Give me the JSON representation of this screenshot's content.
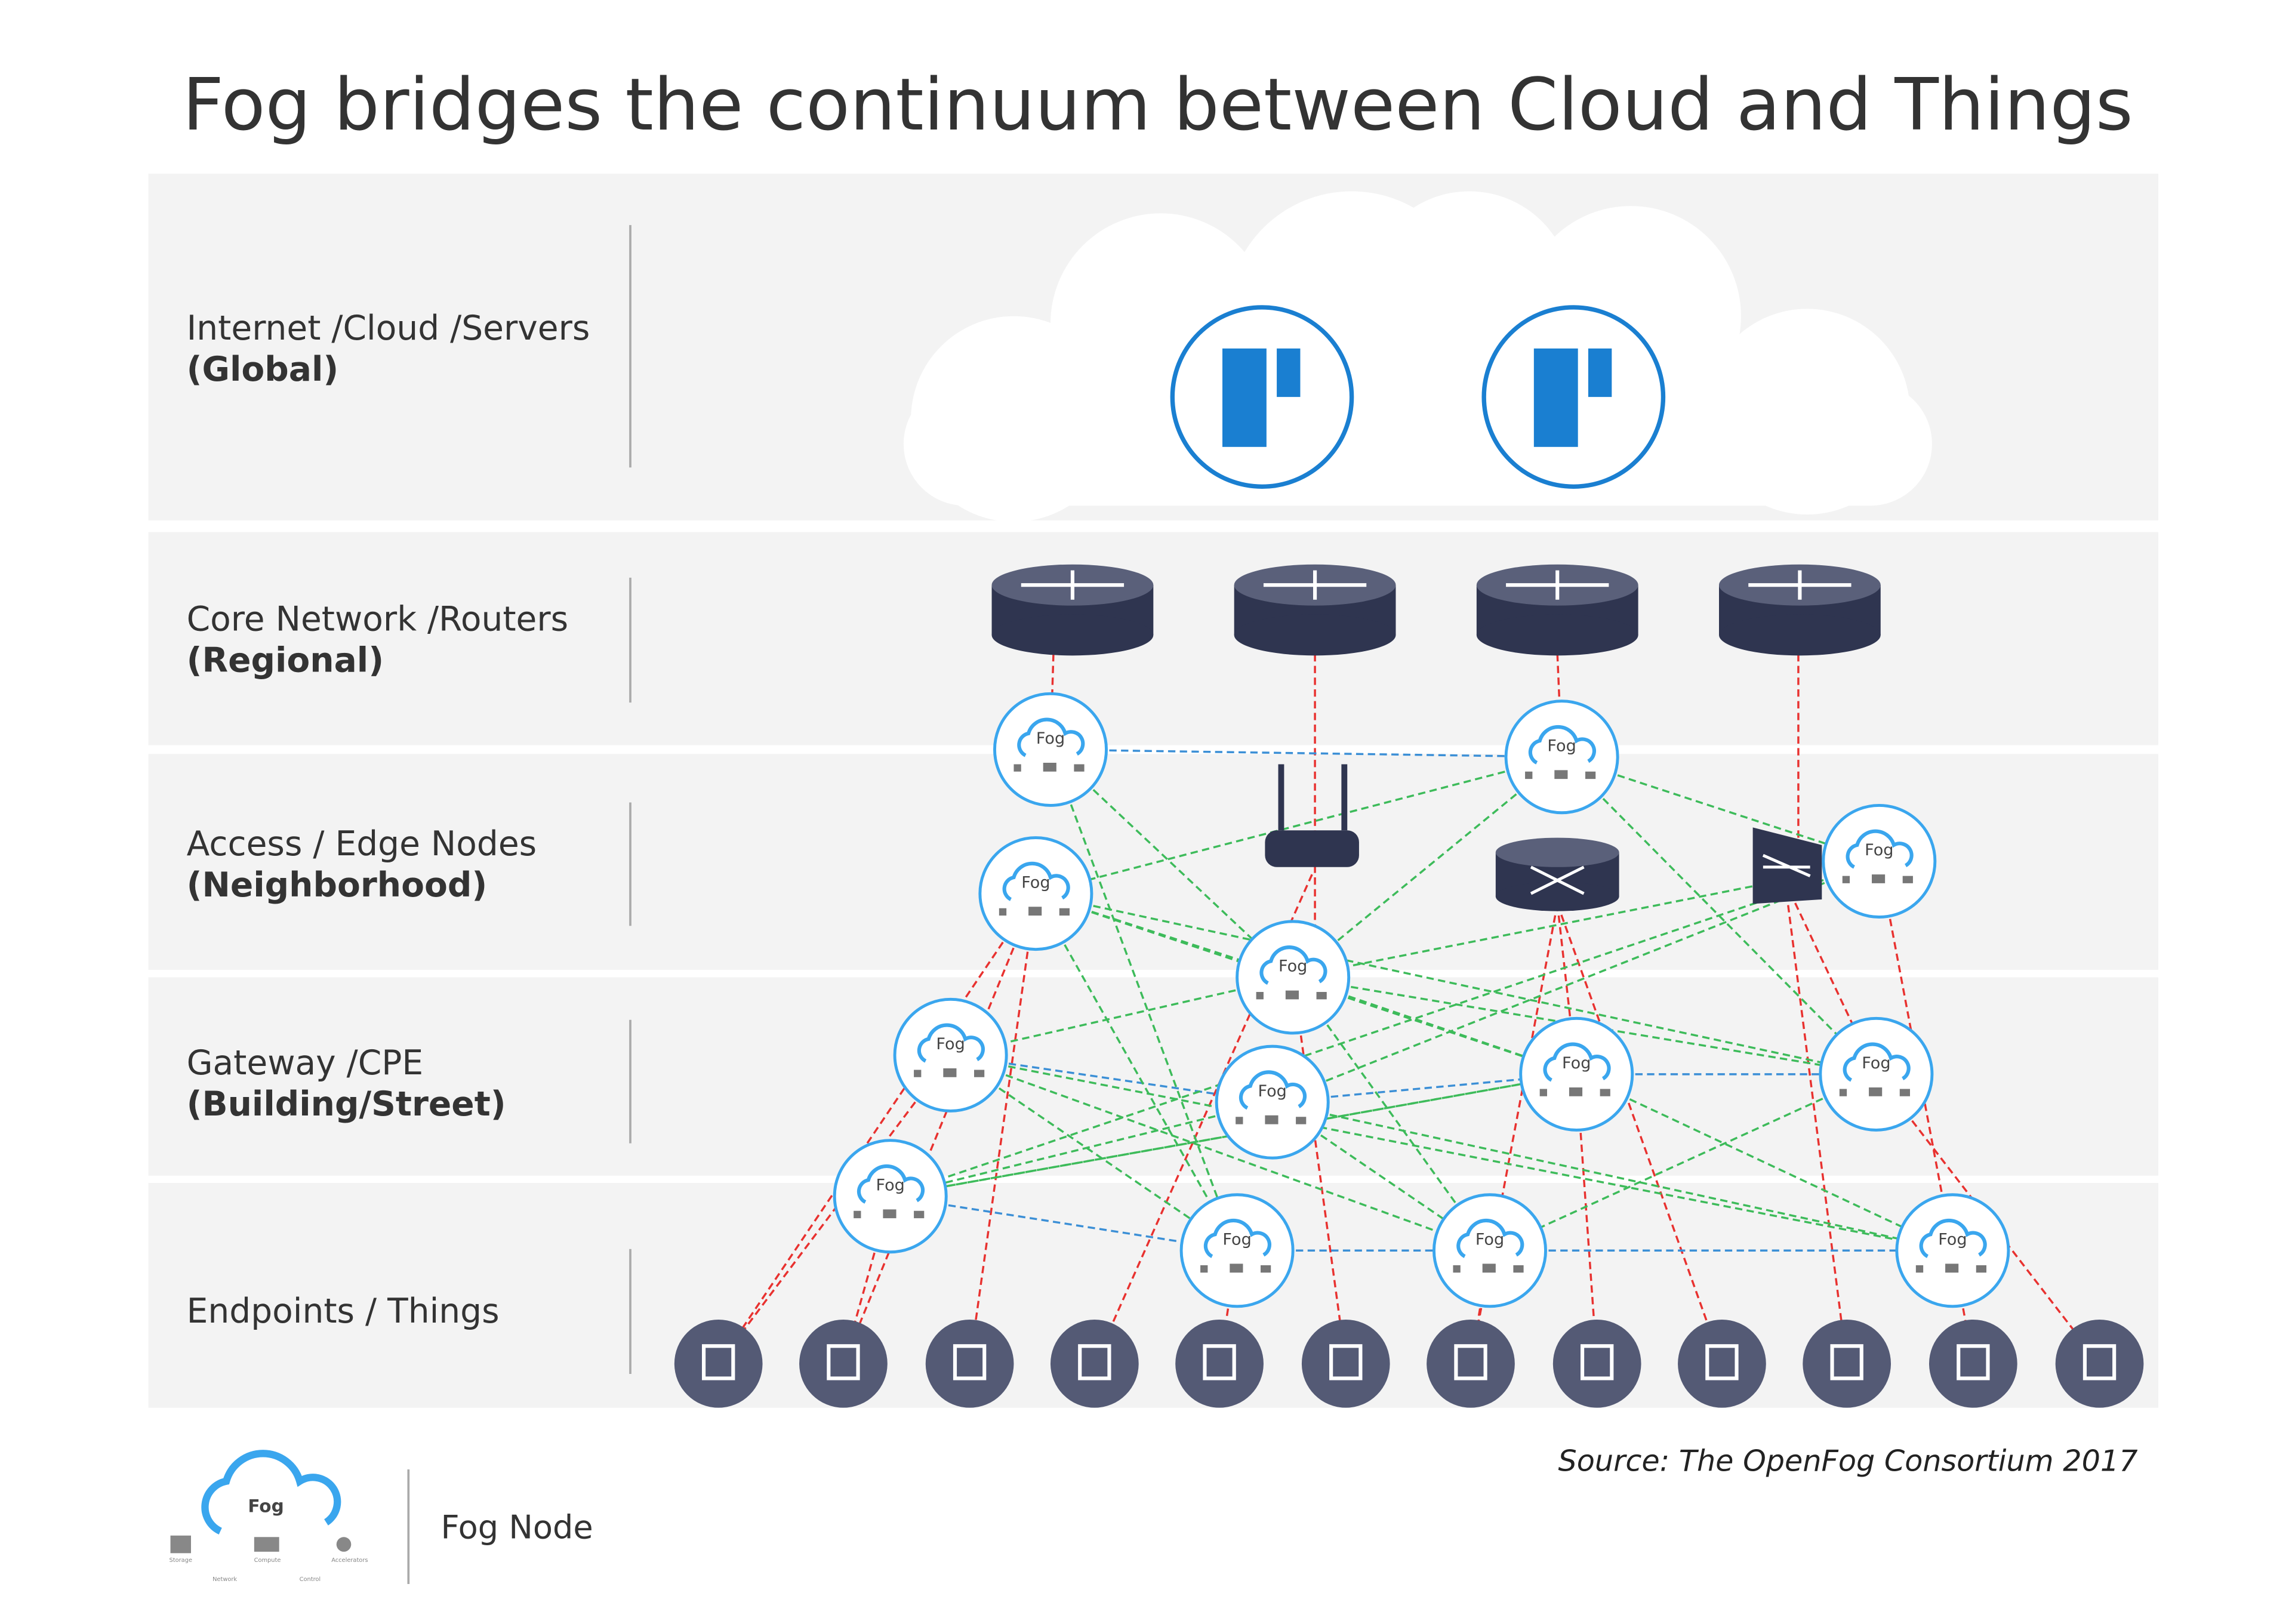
{
  "title": "Fog bridges the continuum between Cloud and Things",
  "layers": [
    {
      "name": "Internet /Cloud /Servers",
      "scope": "(Global)"
    },
    {
      "name": "Core Network /Routers",
      "scope": "(Regional)"
    },
    {
      "name": "Access / Edge Nodes",
      "scope": "(Neighborhood)"
    },
    {
      "name": "Gateway /CPE",
      "scope": "(Building/Street)"
    },
    {
      "name": "Endpoints / Things",
      "scope": ""
    }
  ],
  "fog_node_label": "Fog",
  "source": "Source:  The OpenFog Consortium 2017",
  "legend": {
    "label": "Fog Node",
    "icon_text": "Fog",
    "icon_parts": [
      "Storage",
      "Network",
      "Compute",
      "Control",
      "Accelerators"
    ]
  },
  "endpoints": [
    "laptop-icon",
    "smartphone-icon",
    "desk-phone-icon",
    "printer-icon",
    "webcam-icon",
    "gauge-icon",
    "cell-tower-icon",
    "security-camera-icon",
    "traffic-light-icon",
    "robot-arm-icon",
    "crane-icon",
    "oil-rig-icon"
  ],
  "colors": {
    "band": "#f3f3f3",
    "fog_ring": "#3aa6ee",
    "server": "#1a7fd1",
    "endpoint": "#545a75",
    "uplink": "#e8312f",
    "peer": "#3b8fd6",
    "mesh": "#3dbb5a"
  }
}
